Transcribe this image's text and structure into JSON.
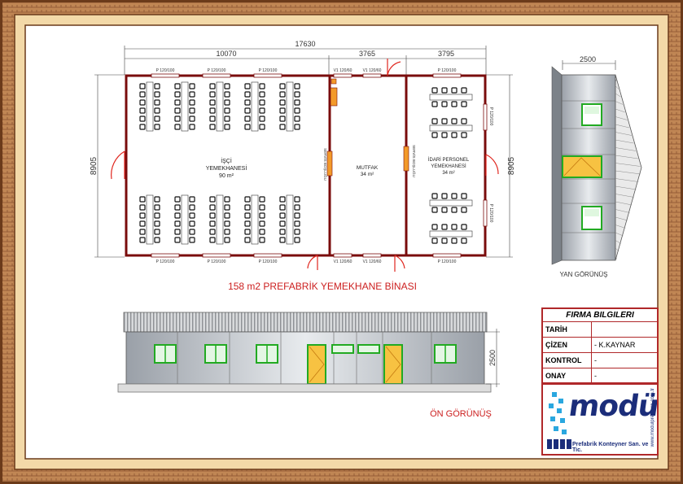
{
  "plan": {
    "dim_total": "17630",
    "dim_left": "10070",
    "dim_mid": "3765",
    "dim_right": "3795",
    "dim_height_left": "8905",
    "dim_height_right": "8905",
    "window_top": "P 120/100",
    "window_bottom": "P 120/100",
    "vent": "V1 120/60",
    "window_side": "P 120/100",
    "hall1_name_1": "İŞÇİ",
    "hall1_name_2": "YEMEKHANESİ",
    "hall1_area": "90 m²",
    "kitchen_name": "MUTFAK",
    "kitchen_area": "34 m²",
    "hall2_name_1": "İDARİ PERSONEL",
    "hall2_name_2": "YEMEKHANESİ",
    "hall2_area": "34 m²",
    "serving_window": "SERVİS BOŞLUĞU",
    "title": "158 m2 PREFABRİK YEMEKHANE BİNASI"
  },
  "side_view": {
    "dim_width": "2500",
    "label": "YAN GÖRÜNÜŞ"
  },
  "front_view": {
    "dim_height": "2500",
    "label": "ÖN GÖRÜNÜŞ"
  },
  "title_block": {
    "header": "FIRMA BILGILERI",
    "rows": [
      {
        "key": "TARİH",
        "value": ""
      },
      {
        "key": "ÇİZEN",
        "value": "- K.KAYNAR"
      },
      {
        "key": "KONTROL",
        "value": "-"
      },
      {
        "key": "ONAY",
        "value": "-"
      }
    ]
  },
  "logo": {
    "word": "modül",
    "subtitle": "Prefabrik Konteyner San. ve Tic.",
    "url": "www.modulprefabrik.com.tr"
  },
  "colors": {
    "frame_dark": "#6b3a1a",
    "frame_brown": "#b77a4a",
    "frame_tan": "#f3d9a8",
    "wall": "#7a0c0c",
    "title_red": "#cc1f1f",
    "window_green": "#2ecc2e",
    "door_orange": "#f5a623"
  }
}
